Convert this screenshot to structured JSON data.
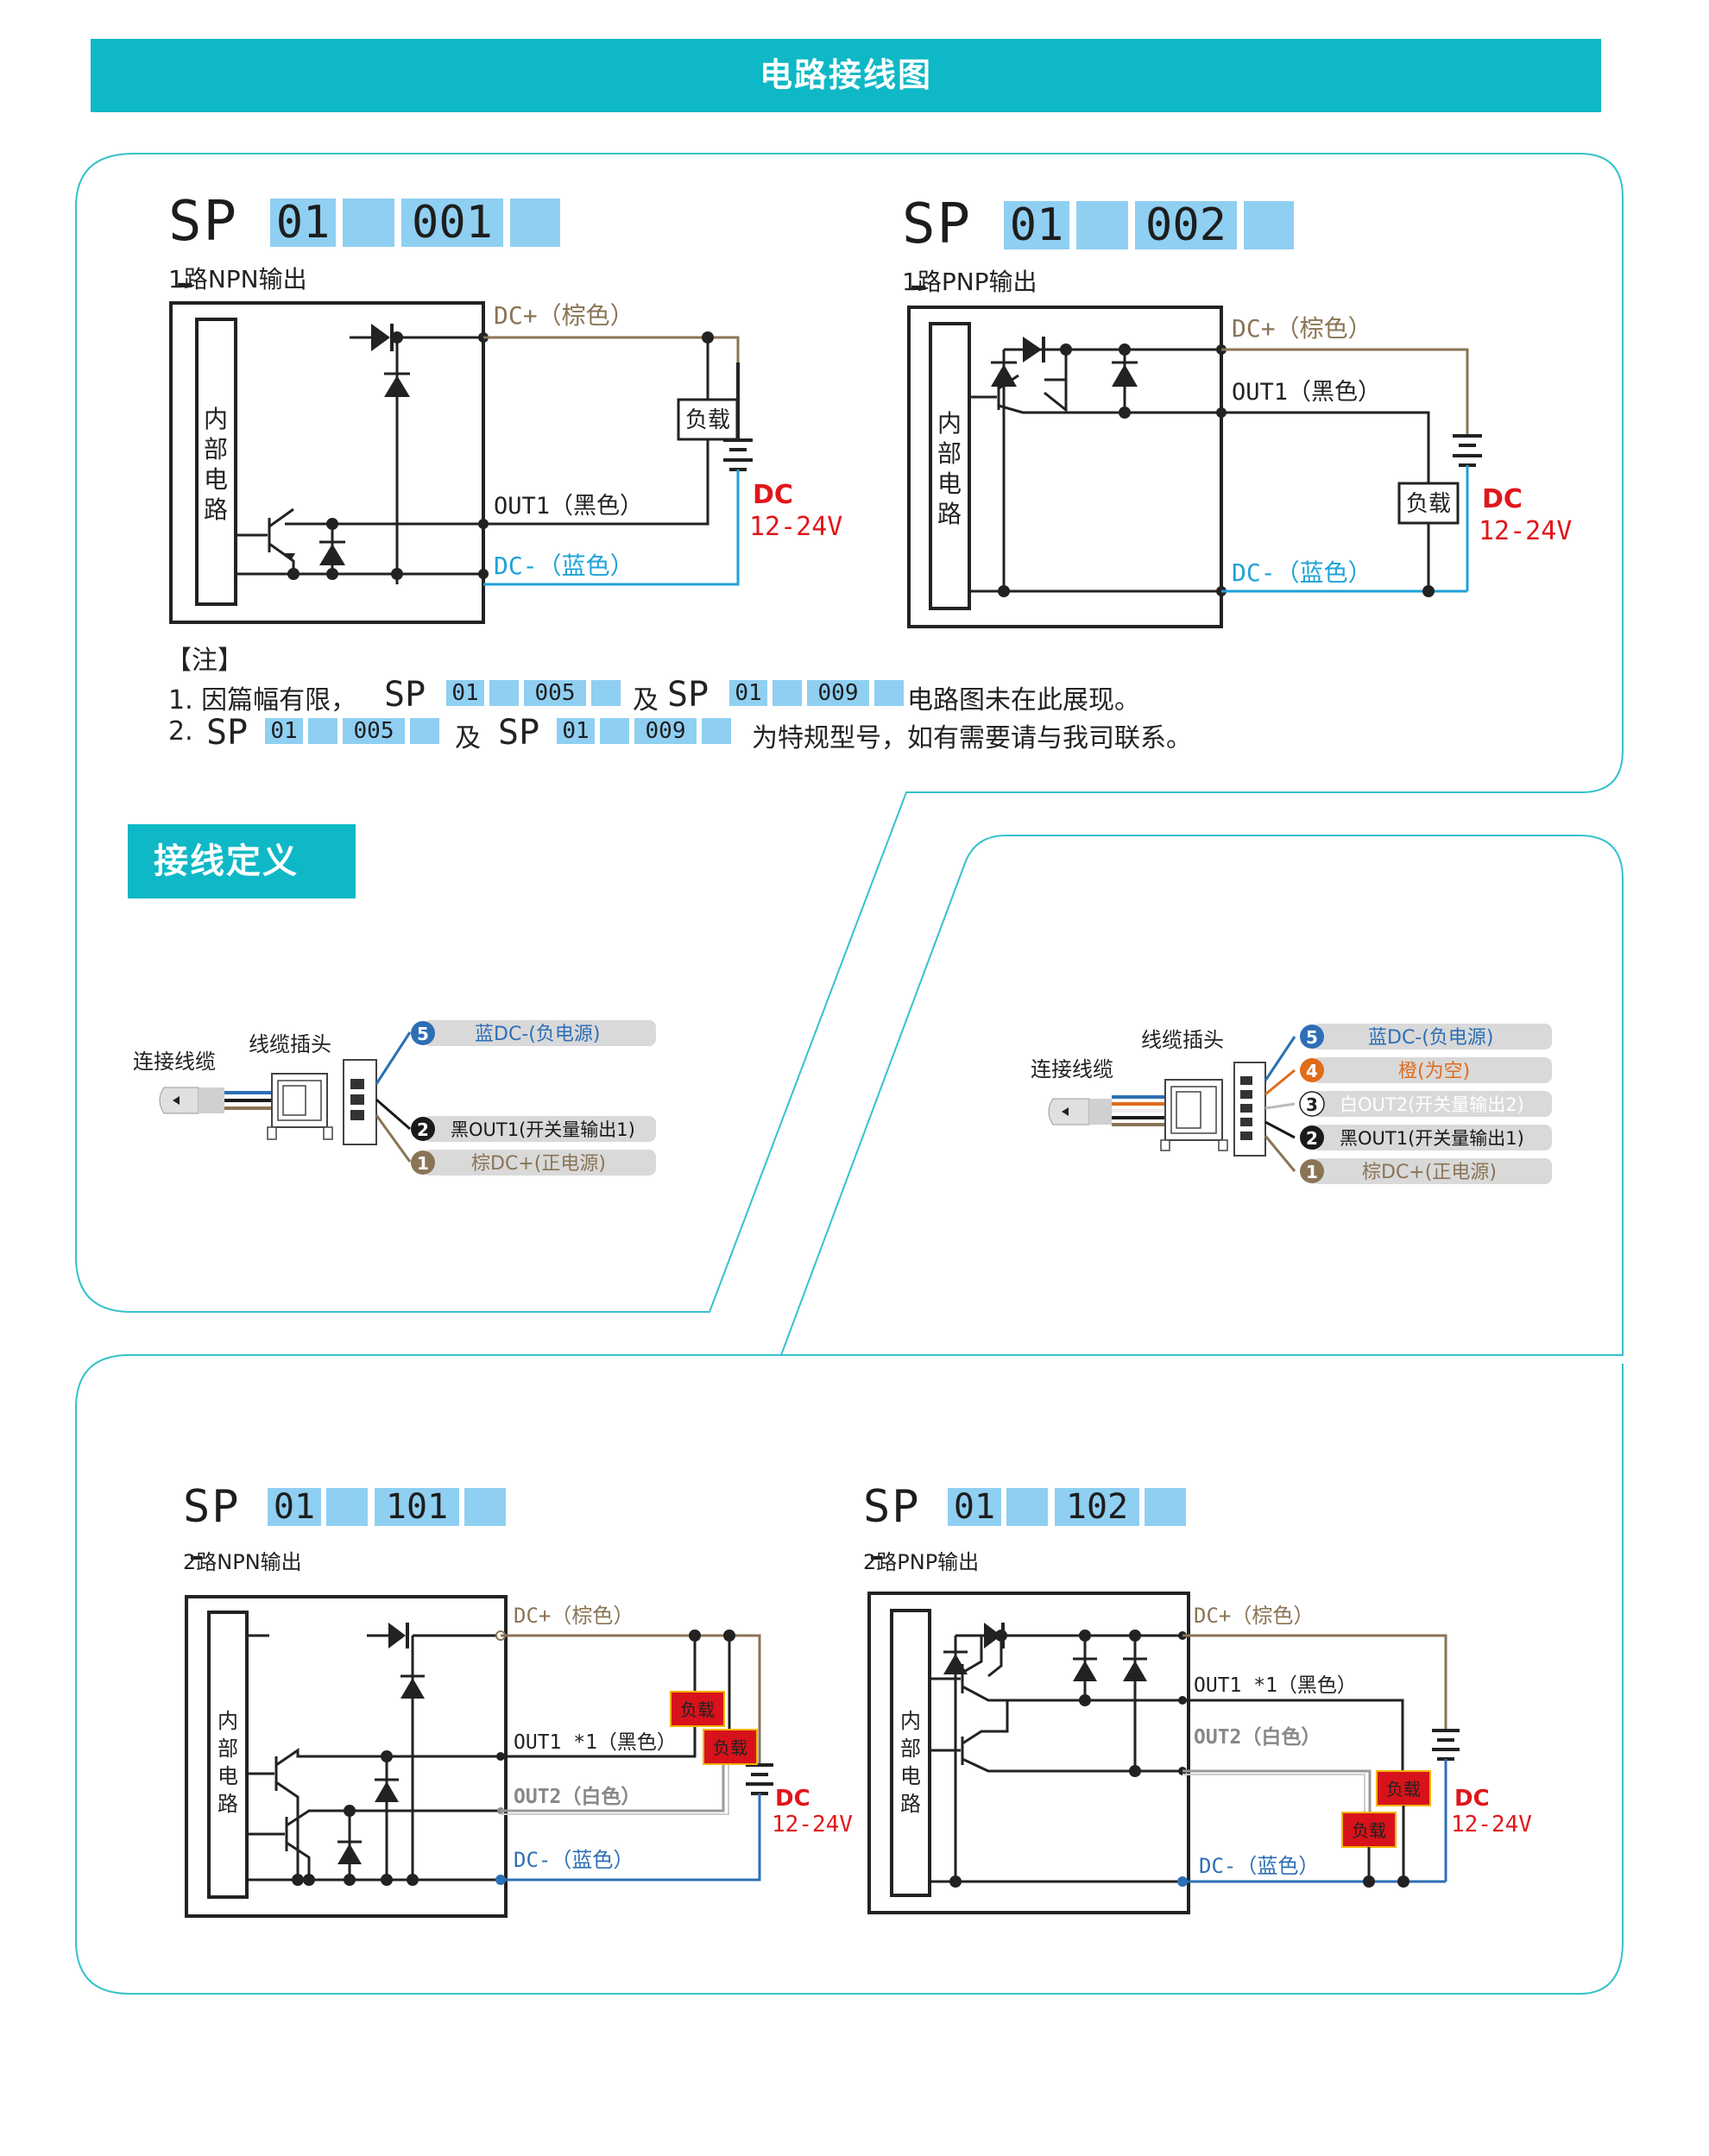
{
  "header": {
    "title": "电路接线图"
  },
  "colors": {
    "accent": "#0fb8c6",
    "model_box": "#8fcff2",
    "brown": "#8a7456",
    "blue": "#1ea2d8",
    "red": "#e0161b",
    "load_red": "#d8121a"
  },
  "diagrams": {
    "d1": {
      "sp": "SP -",
      "c1": "01",
      "c2": "001",
      "subtitle": "1路NPN输出",
      "internal": [
        "内",
        "部",
        "电",
        "路"
      ],
      "dc_plus": "DC+（棕色）",
      "out1": "OUT1（黑色）",
      "dc_minus": "DC-（蓝色）",
      "load": "负载",
      "dc": "DC",
      "volt": "12-24V"
    },
    "d2": {
      "sp": "SP -",
      "c1": "01",
      "c2": "002",
      "subtitle": "1路PNP输出",
      "internal": [
        "内",
        "部",
        "电",
        "路"
      ],
      "dc_plus": "DC+（棕色）",
      "out1": "OUT1（黑色）",
      "dc_minus": "DC-（蓝色）",
      "load": "负载",
      "dc": "DC",
      "volt": "12-24V"
    },
    "d3": {
      "sp": "SP -",
      "c1": "01",
      "c2": "101",
      "subtitle": "2路NPN输出",
      "internal": [
        "内",
        "部",
        "电",
        "路"
      ],
      "dc_plus": "DC+（棕色）",
      "out1": "OUT1 *1（黑色）",
      "out2": "OUT2（白色）",
      "dc_minus": "DC-（蓝色）",
      "load1": "负载",
      "load2": "负载",
      "dc": "DC",
      "volt": "12-24V"
    },
    "d4": {
      "sp": "SP -",
      "c1": "01",
      "c2": "102",
      "subtitle": "2路PNP输出",
      "internal": [
        "内",
        "部",
        "电",
        "路"
      ],
      "dc_plus": "DC+（棕色）",
      "out1": "OUT1 *1（黑色）",
      "out2": "OUT2（白色）",
      "dc_minus": "DC-（蓝色）",
      "load1": "负载",
      "load2": "负载",
      "dc": "DC",
      "volt": "12-24V"
    }
  },
  "notes": {
    "head": "【注】",
    "l1_pre": "1. 因篇幅有限，",
    "l1_a": {
      "sp": "SP -",
      "c1": "01",
      "c2": "005"
    },
    "l1_and": "及",
    "l1_b": {
      "sp": "SP -",
      "c1": "01",
      "c2": "009"
    },
    "l1_post": "电路图未在此展现。",
    "l2_pre": "2.",
    "l2_a": {
      "sp": "SP -",
      "c1": "01",
      "c2": "005"
    },
    "l2_and": "及",
    "l2_b": {
      "sp": "SP -",
      "c1": "01",
      "c2": "009"
    },
    "l2_post": "为特规型号，如有需要请与我司联系。"
  },
  "wiring": {
    "title": "接线定义",
    "left": {
      "cable_label": "连接线缆",
      "plug_label": "线缆插头",
      "pins": [
        {
          "num": "5",
          "label": "蓝DC-(负电源)",
          "color": "#2d6fb5"
        },
        {
          "num": "2",
          "label": "黑OUT1(开关量输出1)",
          "color": "#1a1a1a"
        },
        {
          "num": "1",
          "label": "棕DC+(正电源)",
          "color": "#8a7456"
        }
      ]
    },
    "right": {
      "cable_label": "连接线缆",
      "plug_label": "线缆插头",
      "pins": [
        {
          "num": "5",
          "label": "蓝DC-(负电源)",
          "color": "#2d6fb5"
        },
        {
          "num": "4",
          "label": "橙(为空)",
          "color": "#e06c1c"
        },
        {
          "num": "3",
          "label": "白OUT2(开关量输出2)",
          "color": "#ffffff"
        },
        {
          "num": "2",
          "label": "黑OUT1(开关量输出1)",
          "color": "#1a1a1a"
        },
        {
          "num": "1",
          "label": "棕DC+(正电源)",
          "color": "#8a7456"
        }
      ]
    }
  }
}
